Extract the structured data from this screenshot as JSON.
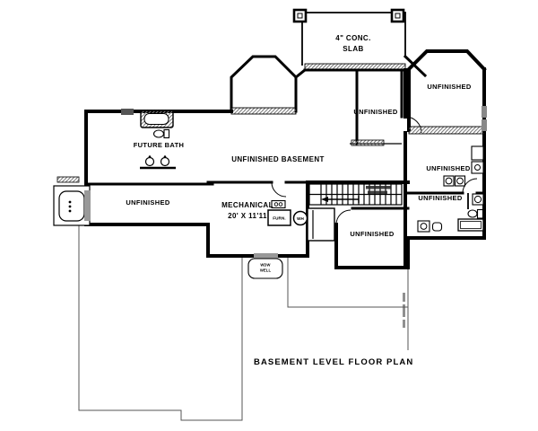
{
  "title": "BASEMENT LEVEL FLOOR PLAN",
  "colors": {
    "ink": "#000000",
    "hatch": "#7a7a7a",
    "window": "#999999",
    "background": "#ffffff"
  },
  "rooms": {
    "slab_l1": "4\" CONC.",
    "slab_l2": "SLAB",
    "unfinished_top_right": "UNFINISHED",
    "future_bath": "FUTURE BATH",
    "unfinished_basement": "UNFINISHED BASEMENT",
    "unfinished_left": "UNFINISHED",
    "mechanical_l1": "MECHANICAL",
    "mechanical_l2": "20' X 11'11",
    "unfinished_middle": "UNFINISHED",
    "unfinished_right_upper": "UNFINISHED",
    "unfinished_right_lower": "UNFINISHED",
    "unfinished_bottom": "UNFINISHED"
  },
  "fixtures": {
    "furnace": "FURN.",
    "water_heater": "WH",
    "window_well_l1": "WDW",
    "window_well_l2": "WELL"
  }
}
